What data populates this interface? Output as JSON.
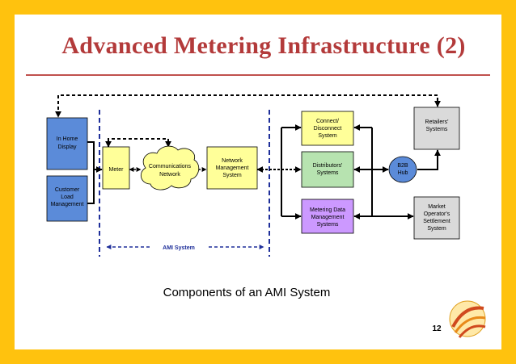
{
  "slide": {
    "title": "Advanced Metering Infrastructure (2)",
    "caption": "Components of an AMI System",
    "page_number": "12"
  },
  "diagram": {
    "nodes": {
      "in_home_display": [
        "In Home",
        "Display"
      ],
      "customer_load_management": [
        "Customer",
        "Load",
        "Management"
      ],
      "meter": [
        "Meter"
      ],
      "communications_network": [
        "Communications",
        "Network"
      ],
      "network_management_system": [
        "Network",
        "Management",
        "System"
      ],
      "connect_disconnect_system": [
        "Connect/",
        "Disconnect",
        "System"
      ],
      "distributors_systems": [
        "Distributors'",
        "Systems"
      ],
      "metering_data_management_systems": [
        "Metering Data",
        "Management",
        "Systems"
      ],
      "retailers_systems": [
        "Retailers'",
        "Systems"
      ],
      "b2b_hub": [
        "B2B",
        "Hub"
      ],
      "market_operators_settlement_system": [
        "Market",
        "Operator's",
        "Settlement",
        "System"
      ]
    },
    "ami_system_label": "AMI System"
  },
  "colors": {
    "frame": "#FFC20E",
    "title": "#B33A3A",
    "blue_box": "#5B8BD9",
    "yellow_box": "#FFFF99",
    "green_box": "#B7E3B0",
    "purple_box": "#CC99FF",
    "gray_box": "#DADADA",
    "ami_boundary": "#1F2F9A"
  }
}
